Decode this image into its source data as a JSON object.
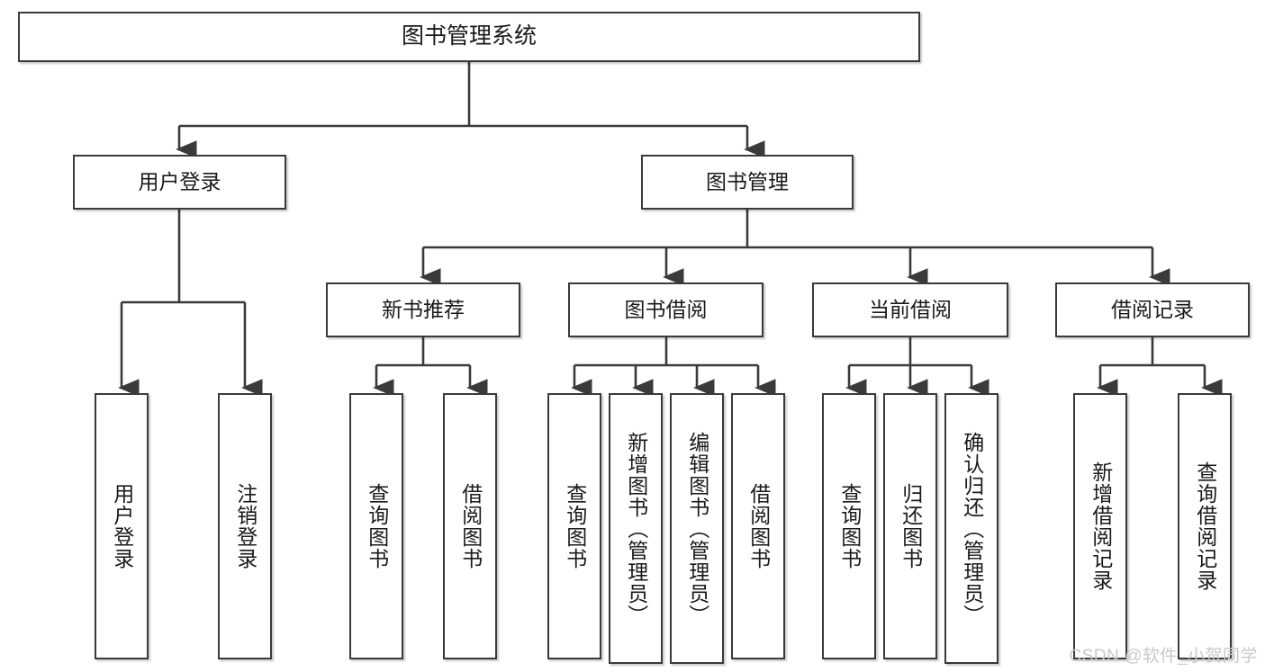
{
  "diagram": {
    "type": "tree-hierarchy",
    "title": "图书管理系统",
    "orientation": "top-down",
    "colors": {
      "box_border": "#3a3a3a",
      "box_fill": "#ffffff",
      "connector": "#3a3a3a",
      "text": "#1a1a1a",
      "watermark": "#c9c9c9",
      "background": "#ffffff"
    },
    "root": {
      "label": "图书管理系统"
    },
    "tier2": [
      {
        "label": "用户登录"
      },
      {
        "label": "图书管理"
      }
    ],
    "tier3": [
      {
        "label": "新书推荐"
      },
      {
        "label": "图书借阅"
      },
      {
        "label": "当前借阅"
      },
      {
        "label": "借阅记录"
      }
    ],
    "leaves": {
      "user_login": [
        {
          "label": "用户登录"
        },
        {
          "label": "注销登录"
        }
      ],
      "new_book_recommend": [
        {
          "label": "查询图书"
        },
        {
          "label": "借阅图书"
        }
      ],
      "book_borrow": [
        {
          "label": "查询图书"
        },
        {
          "label": "新增图书（管理员）"
        },
        {
          "label": "编辑图书（管理员）"
        },
        {
          "label": "借阅图书"
        }
      ],
      "current_borrow": [
        {
          "label": "查询图书"
        },
        {
          "label": "归还图书"
        },
        {
          "label": "确认归还（管理员）"
        }
      ],
      "borrow_record": [
        {
          "label": "新增借阅记录"
        },
        {
          "label": "查询借阅记录"
        }
      ]
    }
  },
  "watermark": {
    "text": "CSDN @软件_小贺同学"
  }
}
